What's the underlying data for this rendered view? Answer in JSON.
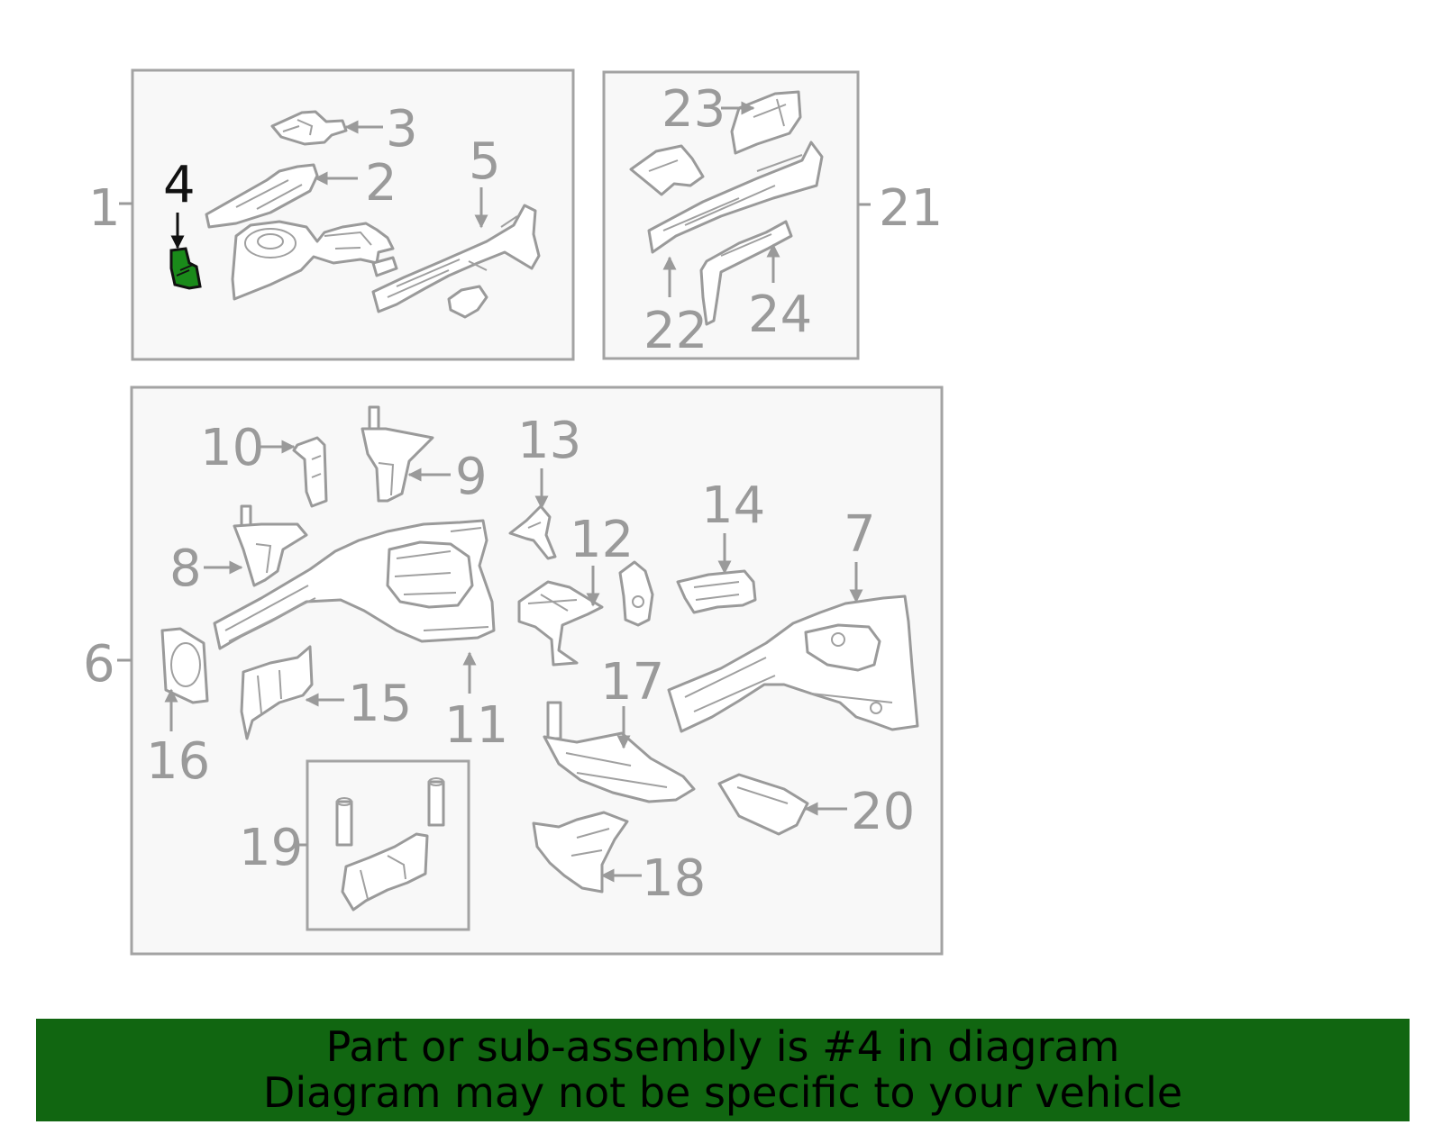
{
  "callouts": {
    "c1": "1",
    "c2": "2",
    "c3": "3",
    "c4": "4",
    "c5": "5",
    "c6": "6",
    "c7": "7",
    "c8": "8",
    "c9": "9",
    "c10": "10",
    "c11": "11",
    "c12": "12",
    "c13": "13",
    "c14": "14",
    "c15": "15",
    "c16": "16",
    "c17": "17",
    "c18": "18",
    "c19": "19",
    "c20": "20",
    "c21": "21",
    "c22": "22",
    "c23": "23",
    "c24": "24"
  },
  "highlighted_part": "4",
  "colors": {
    "highlight_fill": "#1a8a1a",
    "banner_background": "#116611",
    "line_gray": "#9a9a9a"
  },
  "banner": {
    "line1": "Part or sub-assembly is #4 in diagram",
    "line2": "Diagram may not be specific to your vehicle"
  }
}
